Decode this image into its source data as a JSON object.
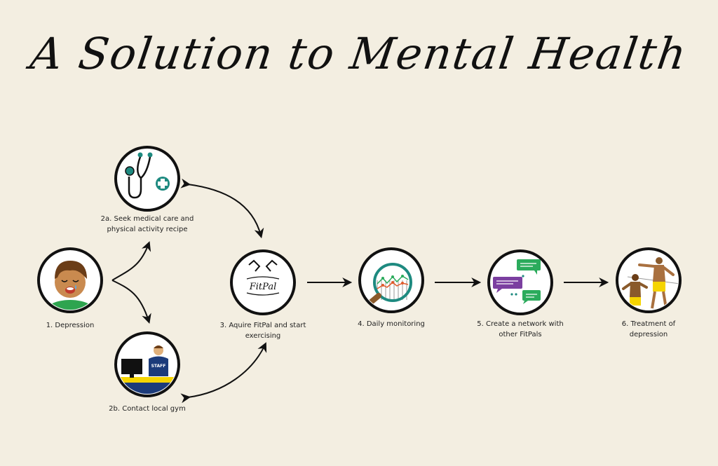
{
  "title": "A Solution to Mental Health",
  "steps": {
    "depression": "1. Depression",
    "medical": "2a. Seek medical care and physical activity recipe",
    "gym": "2b. Contact local gym",
    "fitpal": "3. Aquire FitPal and start exercising",
    "monitoring": "4. Daily monitoring",
    "network": "5. Create a network with other FitPals",
    "treatment": "6. Treatment of depression"
  },
  "logo_text": "FitPal",
  "staff_text": "STAFF",
  "colors": {
    "background": "#f3eee1",
    "teal": "#1e8a80",
    "green_chat": "#2bab5c",
    "purple_chat": "#7b3fa0",
    "yellow": "#f5d400",
    "navy": "#1c3b7a"
  }
}
